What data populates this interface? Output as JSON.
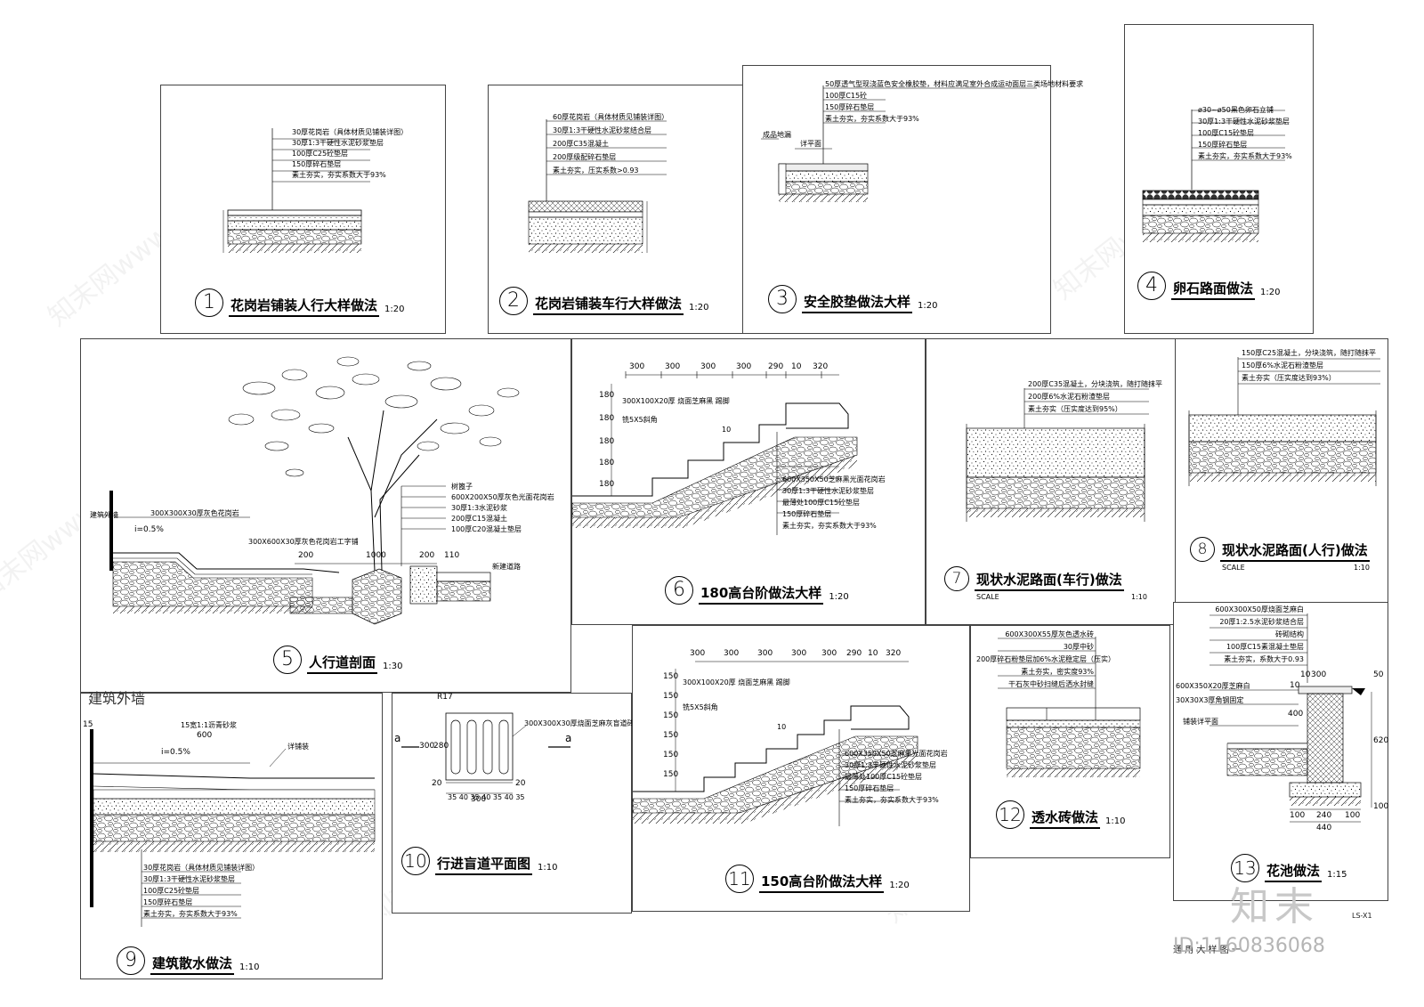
{
  "panels": [
    {
      "num": "1",
      "title": "花岗岩铺装人行大样做法",
      "scale": "1:20",
      "ann": [
        "30厚花岗岩（具体材质见铺装详图）",
        "30厚1:3干硬性水泥砂浆垫层",
        "100厚C25砼垫层",
        "150厚碎石垫层",
        "素土夯实，夯实系数大于93%"
      ]
    },
    {
      "num": "2",
      "title": "花岗岩铺装车行大样做法",
      "scale": "1:20",
      "ann": [
        "60厚花岗岩（具体材质见铺装详图）",
        "30厚1:3干硬性水泥砂浆结合层",
        "200厚C35混凝土",
        "200厚级配碎石垫层",
        "素土夯实，压实系数>0.93"
      ]
    },
    {
      "num": "3",
      "title": "安全胶垫做法大样",
      "scale": "1:20",
      "ann": [
        "50厚透气型现浇蓝色安全橡胶垫，材料应满足室外合成运动面层三类场地材料要求",
        "100厚C15砼",
        "150厚碎石垫层",
        "素土夯实，夯实系数大于93%"
      ],
      "side": [
        "成品地漏",
        "详平面"
      ]
    },
    {
      "num": "4",
      "title": "卵石路面做法",
      "scale": "1:20",
      "ann": [
        "ø30~ø50黑色卵石立铺",
        "30厚1:3干硬性水泥砂浆垫层",
        "100厚C15砼垫层",
        "150厚碎石垫层",
        "素土夯实，夯实系数大于93%"
      ]
    },
    {
      "num": "5",
      "title": "人行道剖面",
      "scale": "1:30",
      "ann": [
        "树篦子",
        "600X200X50厚灰色光面花岗岩",
        "30厚1:3水泥砂浆",
        "200厚C15混凝土",
        "100厚C20混凝土垫层"
      ],
      "left": [
        "建筑外墙",
        "300X300X30厚灰色花岗岩",
        "i=0.5%",
        "300X600X30厚灰色花岗岩工字铺",
        "新建道路"
      ],
      "dims": [
        "200",
        "1000",
        "200",
        "110"
      ]
    },
    {
      "num": "6",
      "title": "180高台阶做法大样",
      "scale": "1:20",
      "dims_top": [
        "300",
        "300",
        "300",
        "300",
        "290",
        "10",
        "320"
      ],
      "side": [
        "300X100X20厚 烧面芝麻黑 踢脚",
        "铣5X5斜角",
        "10",
        "180",
        "180",
        "180",
        "180",
        "180"
      ],
      "ann": [
        "600X350X50芝麻黑光面花岗岩",
        "30厚1:3干硬性水泥砂浆垫层",
        "最薄处100厚C15砼垫层",
        "150厚碎石垫层",
        "素土夯实，夯实系数大于93%"
      ]
    },
    {
      "num": "7",
      "title": "现状水泥路面(车行)做法",
      "scale": "1:10",
      "scale_lbl": "SCALE",
      "ann": [
        "200厚C35混凝土，分块浇筑，随打随抹平",
        "200厚6%水泥石粉渣垫层",
        "素土夯实（压实度达到95%）"
      ]
    },
    {
      "num": "8",
      "title": "现状水泥路面(人行)做法",
      "scale": "1:10",
      "scale_lbl": "SCALE",
      "ann": [
        "150厚C25混凝土，分块浇筑，随打随抹平",
        "150厚6%水泥石粉渣垫层",
        "素土夯实（压实度达到93%）"
      ]
    },
    {
      "num": "9",
      "title": "建筑散水做法",
      "scale": "1:10",
      "ann": [
        "30厚花岗岩（具体材质见铺装详图）",
        "30厚1:3干硬性水泥砂浆垫层",
        "100厚C25砼垫层",
        "150厚碎石垫层",
        "素土夯实，夯实系数大于93%"
      ],
      "top": [
        "建筑外墙",
        "15宽1:1沥青砂浆",
        "600",
        "i=0.5%",
        "详铺装",
        "15"
      ]
    },
    {
      "num": "10",
      "title": "行进盲道平面图",
      "scale": "1:10",
      "labels": [
        "R17",
        "300X300X30厚烧面芝麻灰盲道砖",
        "a",
        "a",
        "280",
        "300",
        "20",
        "20",
        "300"
      ],
      "dims_bottom": "35 40 35 40 35 40 35"
    },
    {
      "num": "11",
      "title": "150高台阶做法大样",
      "scale": "1:20",
      "dims_top": [
        "300",
        "300",
        "300",
        "300",
        "300",
        "290",
        "10",
        "320"
      ],
      "side": [
        "300X100X20厚 烧面芝麻黑 踢脚",
        "铣5X5斜角",
        "10",
        "150",
        "150",
        "150",
        "150",
        "150",
        "150"
      ],
      "ann": [
        "600X350X50芝麻黑光面花岗岩",
        "30厚1:3干硬性水泥砂浆垫层",
        "最薄处100厚C15砼垫层",
        "150厚碎石垫层",
        "素土夯实，夯实系数大于93%"
      ]
    },
    {
      "num": "12",
      "title": "透水砖做法",
      "scale": "1:10",
      "ann": [
        "600X300X55厚灰色透水砖",
        "30厚中砂",
        "200厚碎石粉垫层加6%水泥稳定层（压实）",
        "素土夯实，密实度93%",
        "干石灰中砂扫缝后洒水封缝"
      ]
    },
    {
      "num": "13",
      "title": "花池做法",
      "scale": "1:15",
      "ann": [
        "600X300X50厚烧面芝麻白",
        "20厚1:2.5水泥砂浆结合层",
        "砖砌结构",
        "100厚C15素混凝土垫层",
        "素土夯实，系数大于0.93"
      ],
      "left": [
        "600X350X20厚芝麻白",
        "30X30X3厚角钢固定",
        "铺装详平面"
      ],
      "dims": [
        "10",
        "10",
        "50",
        "400",
        "300",
        "620",
        "100",
        "240",
        "100",
        "440",
        "100"
      ]
    }
  ],
  "branding": {
    "logo": "知末",
    "id": "ID:1160836068",
    "footer": "通 用 大 样 图 一",
    "code": "LS-X1"
  },
  "watermark": "知末网www.znzmo.com"
}
